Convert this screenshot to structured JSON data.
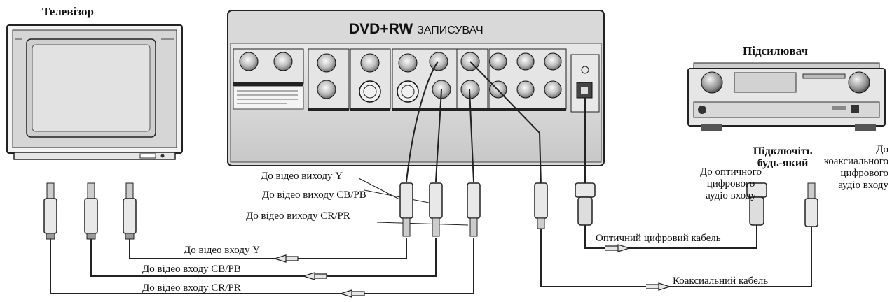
{
  "devices": {
    "tv": "Телевізор",
    "recorder_main": "DVD+RW",
    "recorder_sub": "ЗАПИСУВАЧ",
    "amplifier": "Підсилювач"
  },
  "labels": {
    "out_y": "До відео виходу Y",
    "out_cb": "До відео виходу CB/PB",
    "out_cr": "До відео виходу CR/PR",
    "in_y": "До відео входу Y",
    "in_cb": "До відео входу CB/PB",
    "in_cr": "До відео входу CR/PR",
    "optical_cable": "Оптичний цифровий кабель",
    "coax_cable": "Коаксиальний кабель",
    "connect_any_1": "Підключіть",
    "connect_any_2": "будь-який",
    "optical_in": [
      "До оптичного",
      "цифрового",
      "аудіо входу"
    ],
    "coax_in": [
      "До",
      "коаксиального",
      "цифрового",
      "аудіо входу"
    ]
  }
}
